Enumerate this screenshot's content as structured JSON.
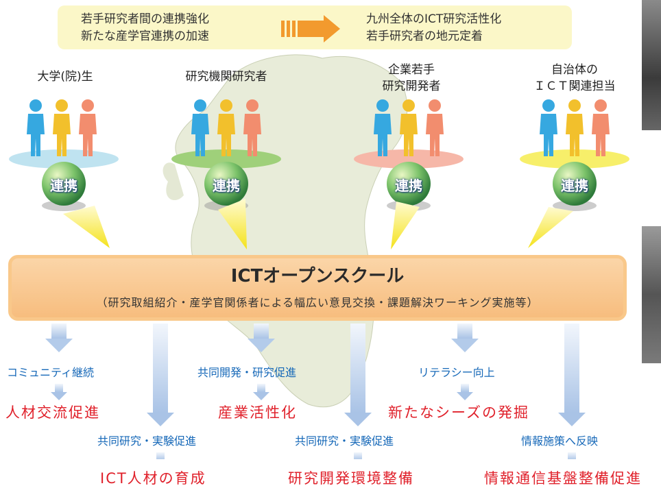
{
  "top_banner": {
    "left_lines": [
      "若手研究者間の連携強化",
      "新たな産学官連携の加速"
    ],
    "right_lines": [
      "九州全体のICT研究活性化",
      "若手研究者の地元定着"
    ]
  },
  "groups": [
    {
      "label_lines": [
        "大学(院)生"
      ],
      "disc_color": "#bfe3f0",
      "link": "連携"
    },
    {
      "label_lines": [
        "研究機関研究者"
      ],
      "disc_color": "#9fd07a",
      "link": "連携"
    },
    {
      "label_lines": [
        "企業若手",
        "研究開発者"
      ],
      "disc_color": "#f6b7a8",
      "link": "連携"
    },
    {
      "label_lines": [
        "自治体の",
        "ＩＣＴ関連担当"
      ],
      "disc_color": "#f7ef6a",
      "link": "連携"
    }
  ],
  "people_colors": [
    "#36a8e0",
    "#f2c02c",
    "#f28d6e"
  ],
  "main_box": {
    "title": "ICTオープンスクール",
    "subtitle": "（研究取組紹介・産学官関係者による幅広い意見交換・課題解決ワーキング実施等）"
  },
  "outcomes": {
    "step1": [
      {
        "label": "コミュニティ継続",
        "result": "人材交流促進"
      },
      {
        "label": "共同開発・研究促進",
        "result": "産業活性化"
      },
      {
        "label": "リテラシー向上",
        "result": "新たなシーズの発掘"
      }
    ],
    "step2": [
      {
        "label": "共同研究・実験促進",
        "result": "ICT人材の育成"
      },
      {
        "label": "共同研究・実験促進",
        "result": "研究開発環境整備"
      },
      {
        "label": "情報施策へ反映",
        "result": "情報通信基盤整備促進"
      }
    ]
  }
}
